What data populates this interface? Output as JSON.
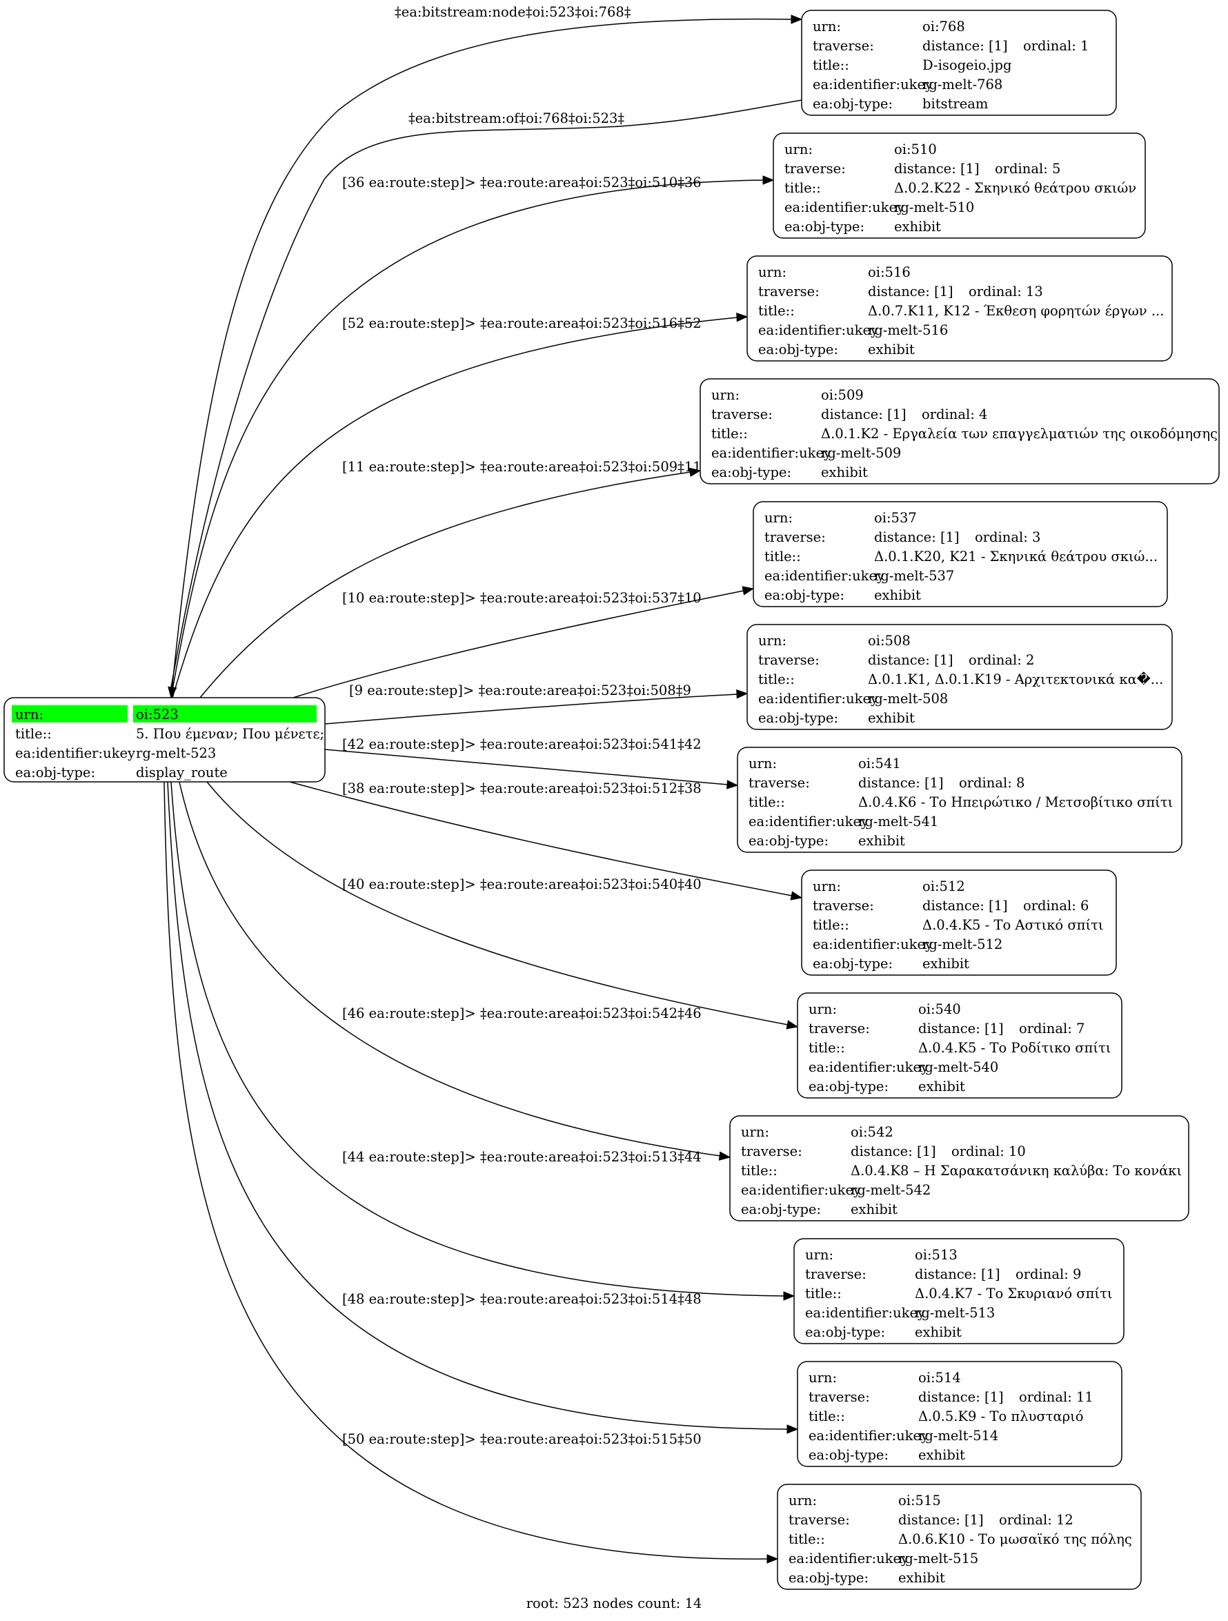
{
  "graph": {
    "root": {
      "id": "oi:523",
      "highlight_color": "#00ff00",
      "rows": [
        {
          "key": "urn:",
          "val": "oi:523"
        },
        {
          "key": "title::",
          "val": "5. Που έμεναν; Που μένετε;"
        },
        {
          "key": "ea:identifier:ukey",
          "val": "rg-melt-523"
        },
        {
          "key": "ea:obj-type:",
          "val": "display_route"
        }
      ]
    },
    "nodes": [
      {
        "id": "oi:768",
        "urn": "oi:768",
        "traverse": "distance: [1]",
        "ordinal": "ordinal: 1",
        "title": "D-isogeio.jpg",
        "ukey": "rg-melt-768",
        "type": "bitstream"
      },
      {
        "id": "oi:510",
        "urn": "oi:510",
        "traverse": "distance: [1]",
        "ordinal": "ordinal: 5",
        "title": "Δ.0.2.Κ22 - Σκηνικό θεάτρου σκιών",
        "ukey": "rg-melt-510",
        "type": "exhibit"
      },
      {
        "id": "oi:516",
        "urn": "oi:516",
        "traverse": "distance: [1]",
        "ordinal": "ordinal: 13",
        "title": "Δ.0.7.Κ11, Κ12 - Έκθεση φορητών έργων ...",
        "ukey": "rg-melt-516",
        "type": "exhibit"
      },
      {
        "id": "oi:509",
        "urn": "oi:509",
        "traverse": "distance: [1]",
        "ordinal": "ordinal: 4",
        "title": "Δ.0.1.Κ2 - Εργαλεία των επαγγελματιών της οικοδόμησης",
        "ukey": "rg-melt-509",
        "type": "exhibit"
      },
      {
        "id": "oi:537",
        "urn": "oi:537",
        "traverse": "distance: [1]",
        "ordinal": "ordinal: 3",
        "title": "Δ.0.1.Κ20, Κ21 - Σκηνικά θεάτρου σκιώ...",
        "ukey": "rg-melt-537",
        "type": "exhibit"
      },
      {
        "id": "oi:508",
        "urn": "oi:508",
        "traverse": "distance: [1]",
        "ordinal": "ordinal: 2",
        "title": "Δ.0.1.Κ1, Δ.0.1.Κ19 - Αρχιτεκτονικά κα�...",
        "ukey": "rg-melt-508",
        "type": "exhibit"
      },
      {
        "id": "oi:541",
        "urn": "oi:541",
        "traverse": "distance: [1]",
        "ordinal": "ordinal: 8",
        "title": "Δ.0.4.Κ6 - Το Ηπειρώτικο /  Μετσοβίτικο σπίτι",
        "ukey": "rg-melt-541",
        "type": "exhibit"
      },
      {
        "id": "oi:512",
        "urn": "oi:512",
        "traverse": "distance: [1]",
        "ordinal": "ordinal: 6",
        "title": "Δ.0.4.Κ5 - Το Αστικό σπίτι",
        "ukey": "rg-melt-512",
        "type": "exhibit"
      },
      {
        "id": "oi:540",
        "urn": "oi:540",
        "traverse": "distance: [1]",
        "ordinal": "ordinal: 7",
        "title": "Δ.0.4.Κ5 - Το Ροδίτικο σπίτι",
        "ukey": "rg-melt-540",
        "type": "exhibit"
      },
      {
        "id": "oi:542",
        "urn": "oi:542",
        "traverse": "distance: [1]",
        "ordinal": "ordinal: 10",
        "title": "Δ.0.4.Κ8 – Η Σαρακατσάνικη καλύβα: Το κονάκι",
        "ukey": "rg-melt-542",
        "type": "exhibit"
      },
      {
        "id": "oi:513",
        "urn": "oi:513",
        "traverse": "distance: [1]",
        "ordinal": "ordinal: 9",
        "title": "Δ.0.4.Κ7 - Το Σκυριανό σπίτι",
        "ukey": "rg-melt-513",
        "type": "exhibit"
      },
      {
        "id": "oi:514",
        "urn": "oi:514",
        "traverse": "distance: [1]",
        "ordinal": "ordinal: 11",
        "title": "Δ.0.5.Κ9 - Το πλυσταριό",
        "ukey": "rg-melt-514",
        "type": "exhibit"
      },
      {
        "id": "oi:515",
        "urn": "oi:515",
        "traverse": "distance: [1]",
        "ordinal": "ordinal: 12",
        "title": "Δ.0.6.Κ10 - Το μωσαϊκό της πόλης",
        "ukey": "rg-melt-515",
        "type": "exhibit"
      }
    ],
    "row_keys": {
      "urn": "urn:",
      "traverse": "traverse:",
      "title": "title::",
      "ukey": "ea:identifier:ukey",
      "type": "ea:obj-type:"
    },
    "edges": [
      {
        "from": "oi:523",
        "to": "oi:768",
        "label": "‡ea:bitstream:node‡oi:523‡oi:768‡"
      },
      {
        "from": "oi:768",
        "to": "oi:523",
        "label": "‡ea:bitstream:of‡oi:768‡oi:523‡"
      },
      {
        "from": "oi:523",
        "to": "oi:510",
        "label": "[36 ea:route:step]> ‡ea:route:area‡oi:523‡oi:510‡36"
      },
      {
        "from": "oi:523",
        "to": "oi:516",
        "label": "[52 ea:route:step]> ‡ea:route:area‡oi:523‡oi:516‡52"
      },
      {
        "from": "oi:523",
        "to": "oi:509",
        "label": "[11 ea:route:step]> ‡ea:route:area‡oi:523‡oi:509‡11"
      },
      {
        "from": "oi:523",
        "to": "oi:537",
        "label": "[10 ea:route:step]> ‡ea:route:area‡oi:523‡oi:537‡10"
      },
      {
        "from": "oi:523",
        "to": "oi:508",
        "label": "[9 ea:route:step]> ‡ea:route:area‡oi:523‡oi:508‡9"
      },
      {
        "from": "oi:523",
        "to": "oi:541",
        "label": "[42 ea:route:step]> ‡ea:route:area‡oi:523‡oi:541‡42"
      },
      {
        "from": "oi:523",
        "to": "oi:512",
        "label": "[38 ea:route:step]> ‡ea:route:area‡oi:523‡oi:512‡38"
      },
      {
        "from": "oi:523",
        "to": "oi:540",
        "label": "[40 ea:route:step]> ‡ea:route:area‡oi:523‡oi:540‡40"
      },
      {
        "from": "oi:523",
        "to": "oi:542",
        "label": "[46 ea:route:step]> ‡ea:route:area‡oi:523‡oi:542‡46"
      },
      {
        "from": "oi:523",
        "to": "oi:513",
        "label": "[44 ea:route:step]> ‡ea:route:area‡oi:523‡oi:513‡44"
      },
      {
        "from": "oi:523",
        "to": "oi:514",
        "label": "[48 ea:route:step]> ‡ea:route:area‡oi:523‡oi:514‡48"
      },
      {
        "from": "oi:523",
        "to": "oi:515",
        "label": "[50 ea:route:step]> ‡ea:route:area‡oi:523‡oi:515‡50"
      }
    ],
    "footer": "root: 523 nodes count: 14"
  }
}
